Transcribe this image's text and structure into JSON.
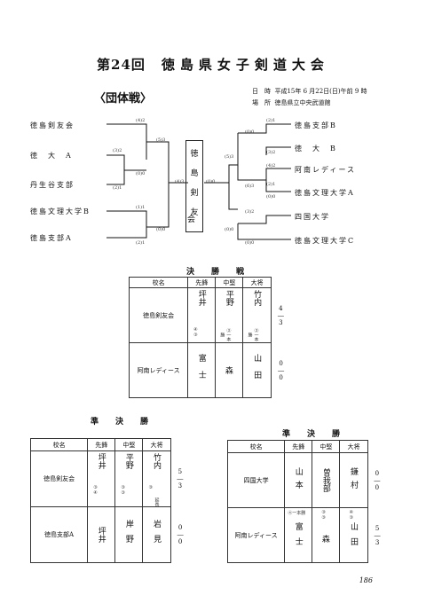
{
  "title": {
    "prefix": "第24回",
    "name": "徳島県女子剣道大会"
  },
  "section": "〈団体戦〉",
  "meta": {
    "date_label": "日　時",
    "date_value": "平成15年 6 月22日(日)午前 9 時",
    "place_label": "場　所",
    "place_value": "徳島県立中央武道館"
  },
  "bracket": {
    "left_teams": [
      "徳島剣友会",
      "徳　大　A",
      "丹生谷支部",
      "徳島文理大学B",
      "徳島支部A"
    ],
    "right_teams": [
      "徳島支部B",
      "徳　大　B",
      "阿南レディース",
      "徳島文理大学A",
      "四国大学",
      "徳島文理大学C"
    ],
    "champion": [
      "徳",
      "島",
      "剣",
      "友",
      "会"
    ],
    "scores": [
      "(4)2",
      "(3)2",
      "(5)3",
      "(0)0",
      "(2)1",
      "(1)1",
      "(0)0",
      "(2)1",
      "(4)3",
      "(0)0",
      "(2)1",
      "(0)0",
      "(5)3",
      "(3)2",
      "(4)2",
      "(6)3",
      "(0)0",
      "(2)1",
      "(3)2",
      "(0)0",
      "(0)0"
    ]
  },
  "final": {
    "heading": "決　勝　戦",
    "headers": [
      "校名",
      "先鋒",
      "中堅",
      "大将"
    ],
    "team1": {
      "name": "徳島剣友会",
      "players": [
        "坪井",
        "平野",
        "竹内"
      ],
      "notes": [
        "④\n③",
        "③一本勝",
        "③一本勝"
      ],
      "result": "4\n―\n3"
    },
    "team2": {
      "name": "阿南レディース",
      "players": [
        "富士",
        "森",
        "山田"
      ],
      "result": "0\n―\n0"
    }
  },
  "semi1": {
    "heading": "準　決　勝",
    "headers": [
      "校名",
      "先鋒",
      "中堅",
      "大将"
    ],
    "team1": {
      "name": "徳島剣友会",
      "players": [
        "坪井",
        "平野",
        "竹内"
      ],
      "notes": [
        "③\n④",
        "③\n③",
        "③"
      ],
      "extra": "延長",
      "result": "5\n―\n3"
    },
    "team2": {
      "name": "徳島支部A",
      "players": [
        "坪井",
        "岸野",
        "岩見"
      ],
      "result": "0\n―\n0"
    }
  },
  "semi2": {
    "heading": "準　決　勝",
    "headers": [
      "校名",
      "先鋒",
      "中堅",
      "大将"
    ],
    "team1": {
      "name": "四国大学",
      "players": [
        "山本",
        "曽我部",
        "鎌村"
      ],
      "result": "0\n―\n0"
    },
    "team2": {
      "name": "阿南レディース",
      "players": [
        "富士",
        "森",
        "山田"
      ],
      "notes": [
        "④一本勝",
        "③\n③",
        "④\n③"
      ],
      "result": "5\n―\n3"
    }
  },
  "page_number": "186"
}
